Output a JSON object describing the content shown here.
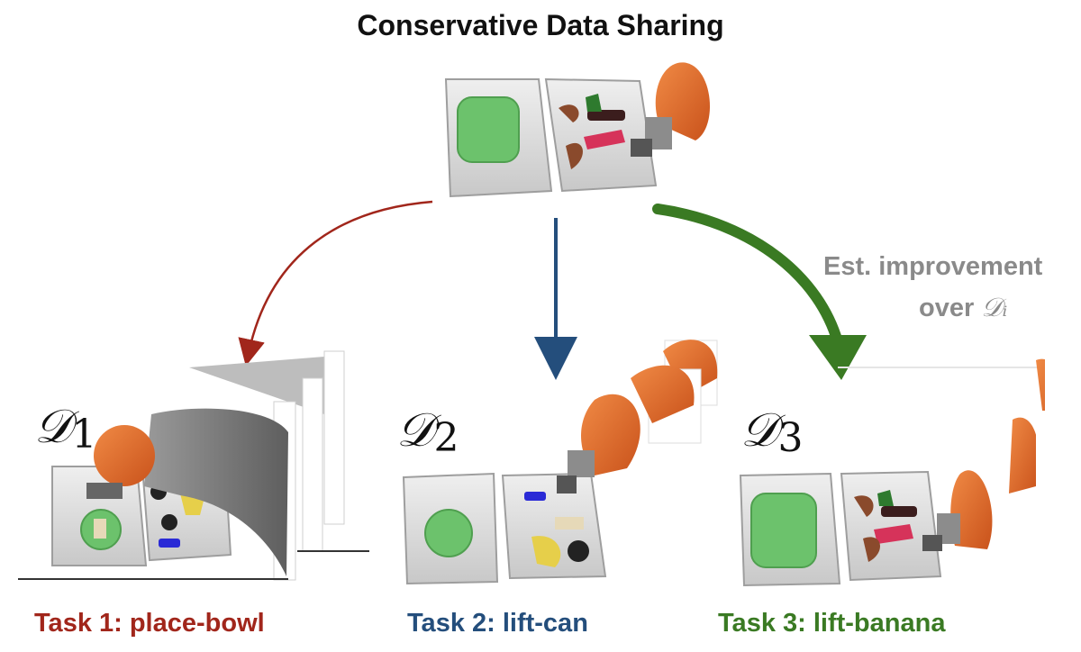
{
  "title": "Conservative Data Sharing",
  "annotation": {
    "line1": "Est. improvement",
    "line2_prefix": "over ",
    "line2_symbol": "𝒟ᵢ"
  },
  "datasets": [
    {
      "symbol": "𝒟",
      "index": "1"
    },
    {
      "symbol": "𝒟",
      "index": "2"
    },
    {
      "symbol": "𝒟",
      "index": "3"
    }
  ],
  "tasks": [
    {
      "label": "Task 1: place-bowl",
      "color": "#a1261b"
    },
    {
      "label": "Task 2: lift-can",
      "color": "#244e7c"
    },
    {
      "label": "Task 3: lift-banana",
      "color": "#3a7a23"
    }
  ],
  "colors": {
    "arrow_task1": "#a1261b",
    "arrow_task2": "#244e7c",
    "arrow_task3": "#3a7a23",
    "robot_orange": "#e0672a",
    "bin_gray": "#d9d9d9",
    "bowl_green": "#6cc26c"
  }
}
